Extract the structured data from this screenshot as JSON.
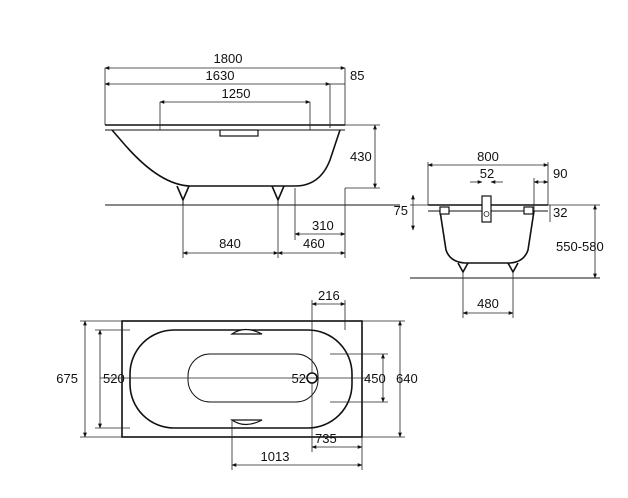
{
  "side_view": {
    "dims": {
      "length_total": "1800",
      "length_inner": "1630",
      "rim_offset": "85",
      "grip_width": "1250",
      "height": "430",
      "foot_gap": "310",
      "foot_span": "840",
      "foot_to_end": "460"
    }
  },
  "end_view": {
    "dims": {
      "width_total": "800",
      "drain_dia": "52",
      "rim_offset": "90",
      "rim_height_left": "75",
      "rim_height_right": "32",
      "height_range": "550-580",
      "foot_span": "480"
    }
  },
  "top_view": {
    "dims": {
      "drain_offset": "216",
      "width_total": "675",
      "width_inner": "520",
      "drain_dia": "52",
      "bottom_width": "450",
      "width_outer": "640",
      "grip_to_end": "735",
      "length_to_drain": "1013"
    }
  }
}
